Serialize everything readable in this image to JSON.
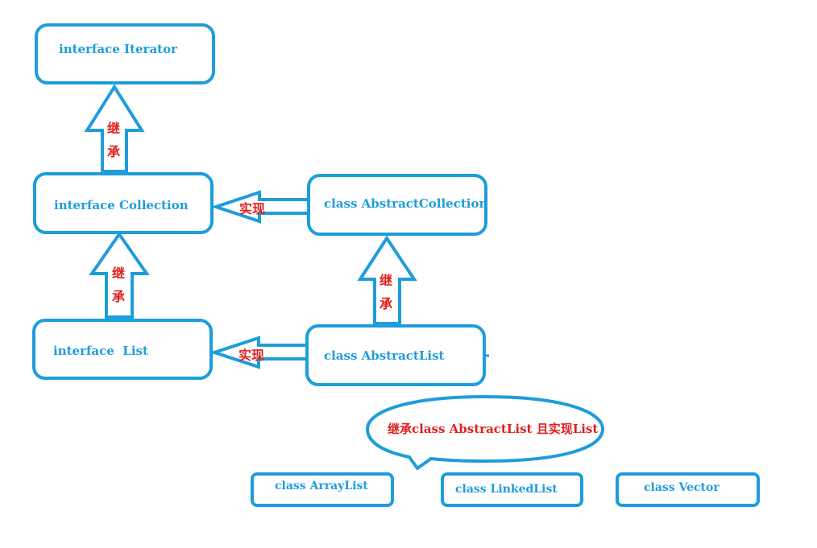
{
  "nodes": {
    "iterator": "interface Iterator",
    "collection": "interface Collection",
    "list": "interface  List",
    "abstract_collection": "class AbstractCollection",
    "abstract_list": "class AbstractList",
    "array_list": "class ArrayList",
    "linked_list": "class LinkedList",
    "vector": "class Vector"
  },
  "edges": {
    "inherit_char_1": "继",
    "inherit_char_2": "承",
    "implement_label": "实现"
  },
  "callout": {
    "text": "继承class AbstractList 且实现List"
  },
  "colors": {
    "stroke": "#1e9ddb",
    "label_red": "#e02020"
  }
}
